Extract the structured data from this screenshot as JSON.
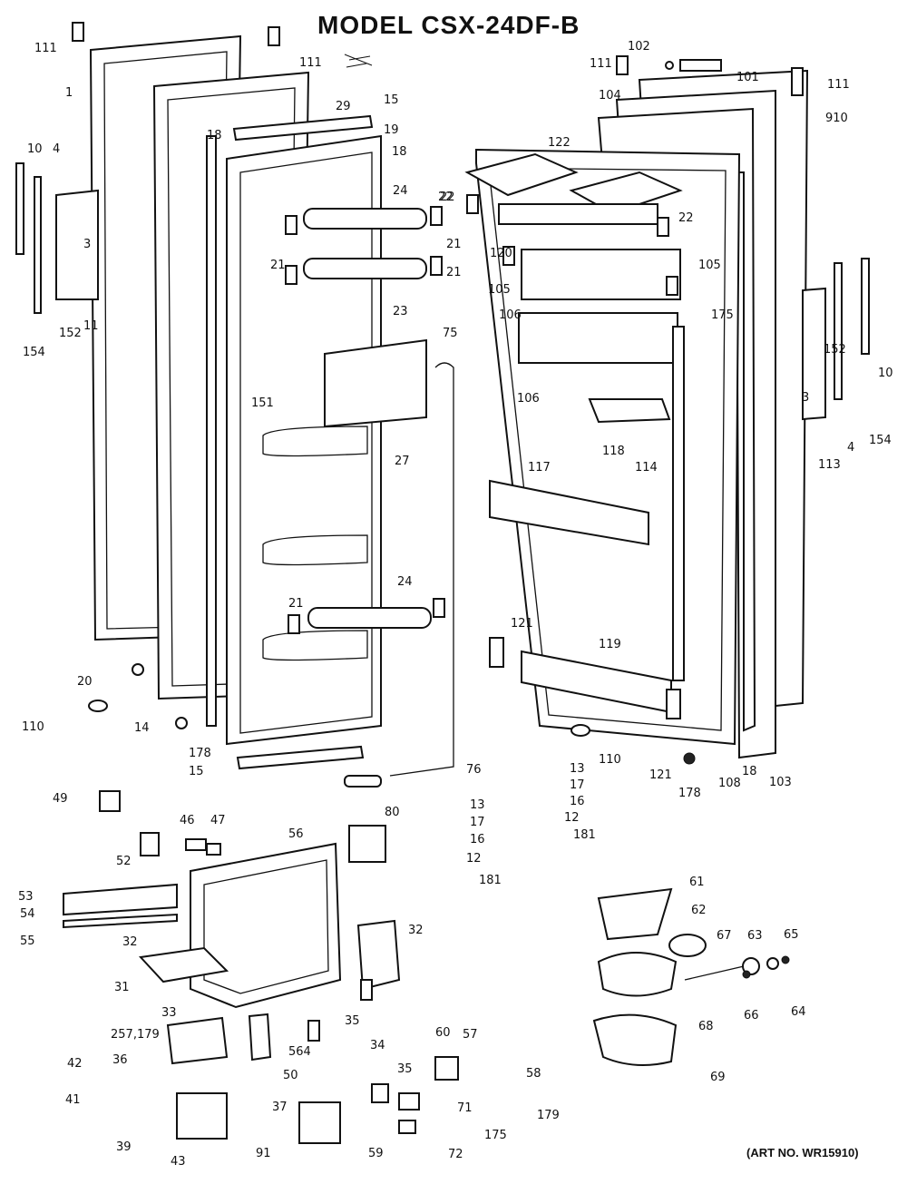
{
  "title": "MODEL  CSX-24DF-B",
  "art_number": "(ART NO. WR15910)",
  "callouts": [
    "111",
    "1",
    "111",
    "29",
    "15",
    "19",
    "18",
    "18",
    "10",
    "4",
    "3",
    "11",
    "152",
    "154",
    "24",
    "21",
    "21",
    "23",
    "22",
    "21",
    "75",
    "151",
    "27",
    "21",
    "24",
    "20",
    "14",
    "110",
    "178",
    "15",
    "76",
    "80",
    "102",
    "111",
    "101",
    "111",
    "104",
    "910",
    "122",
    "22",
    "22",
    "120",
    "105",
    "106",
    "105",
    "175",
    "106",
    "118",
    "114",
    "117",
    "121",
    "119",
    "110",
    "121",
    "178",
    "108",
    "18",
    "103",
    "152",
    "3",
    "10",
    "4",
    "154",
    "113",
    "13",
    "17",
    "16",
    "12",
    "181",
    "49",
    "46",
    "47",
    "52",
    "56",
    "13",
    "17",
    "16",
    "12",
    "181",
    "53",
    "54",
    "55",
    "32",
    "31",
    "33",
    "32",
    "60",
    "35",
    "34",
    "35",
    "257,179",
    "36",
    "564",
    "50",
    "37",
    "42",
    "41",
    "39",
    "43",
    "57",
    "58",
    "179",
    "71",
    "175",
    "59",
    "72",
    "91",
    "61",
    "62",
    "67",
    "63",
    "65",
    "66",
    "64",
    "68",
    "69"
  ]
}
